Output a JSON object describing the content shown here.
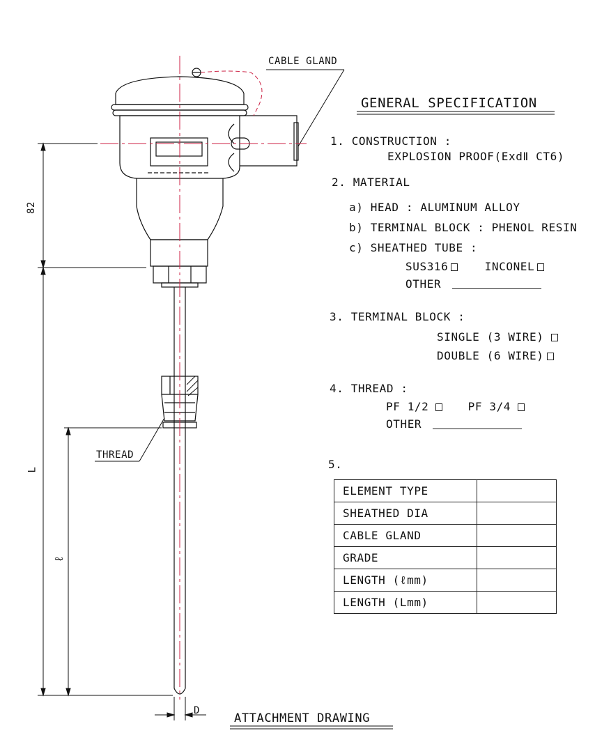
{
  "labels": {
    "cable_gland": "CABLE GLAND",
    "thread": "THREAD",
    "dim_82": "82",
    "dim_L": "L",
    "dim_l": "ℓ",
    "dim_D": "D",
    "attachment": "ATTACHMENT DRAWING"
  },
  "spec": {
    "title": "GENERAL SPECIFICATION",
    "s1": "1. CONSTRUCTION :",
    "s1_val": "EXPLOSION PROOF(ExdⅡ  CT6)",
    "s2": "2. MATERIAL",
    "s2a": "a) HEAD : ALUMINUM ALLOY",
    "s2b": "b) TERMINAL BLOCK : PHENOL RESIN",
    "s2c": "c) SHEATHED TUBE :",
    "s2c_opt1": "SUS316",
    "s2c_opt2": "INCONEL",
    "s2c_other": "OTHER",
    "s3": "3. TERMINAL BLOCK :",
    "s3_opt1": "SINGLE (3 WIRE)",
    "s3_opt2": "DOUBLE (6 WIRE)",
    "s4": "4. THREAD :",
    "s4_opt1": "PF 1/2",
    "s4_opt2": "PF 3/4",
    "s4_other": "OTHER",
    "s5": "5."
  },
  "table": [
    {
      "key": "ELEMENT TYPE",
      "value": ""
    },
    {
      "key": "SHEATHED DIA",
      "value": ""
    },
    {
      "key": "CABLE GLAND",
      "value": ""
    },
    {
      "key": "GRADE",
      "value": ""
    },
    {
      "key": "LENGTH (ℓmm)",
      "value": ""
    },
    {
      "key": "LENGTH (Lmm)",
      "value": ""
    }
  ],
  "colors": {
    "line": "#111111",
    "centerline": "#cc2244",
    "background": "#ffffff"
  }
}
